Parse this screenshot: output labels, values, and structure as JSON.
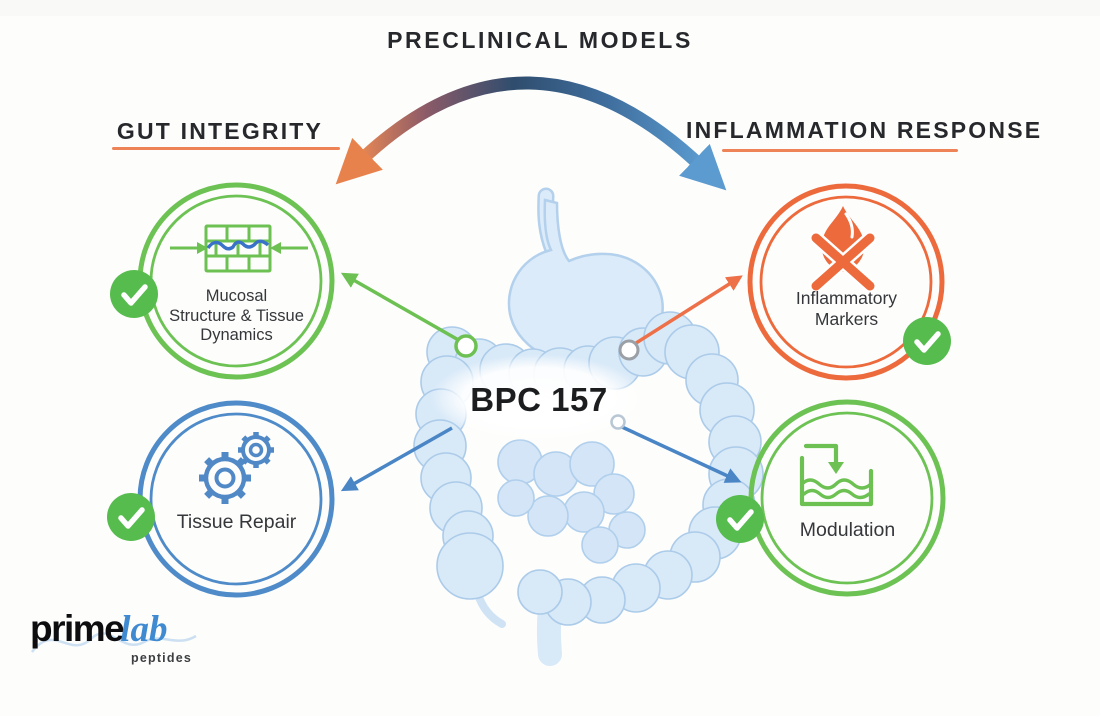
{
  "title": "PRECLINICAL MODELS",
  "headings": {
    "left": "GUT INTEGRITY",
    "right": "INFLAMMATION RESPONSE"
  },
  "center": {
    "label": "BPC 157",
    "illustration": "digestive-tract-illustration"
  },
  "nodes": {
    "mucosal": {
      "lines": [
        "Mucosal",
        "Structure & Tissue",
        "Dynamics"
      ],
      "icon": "brick-wall-barrier-icon",
      "ring_color": "#6dc254",
      "checked": true
    },
    "tissue_repair": {
      "label": "Tissue Repair",
      "icon": "gears-icon",
      "ring_color": "#4e8bc8",
      "checked": true
    },
    "inflammatory": {
      "lines": [
        "Inflammatory",
        "Markers"
      ],
      "icon": "campfire-icon",
      "ring_color": "#ec6a3c",
      "checked": true
    },
    "modulation": {
      "label": "Modulation",
      "icon": "fluid-level-arrow-icon",
      "ring_color": "#6dc254",
      "checked": true
    }
  },
  "logo": {
    "prime": "prime",
    "lab": "lab",
    "sub": "peptides"
  },
  "colors": {
    "accent_underline": "#ed8356",
    "green": "#6dc254",
    "blue": "#4e8bc8",
    "orange": "#ec6a3c",
    "check_badge": "#56bc4e",
    "arc_gradient": [
      "#ea8954",
      "#8a5a68",
      "#2f4d6e",
      "#5b9bd0"
    ],
    "gut_fill": "#d8e9f8",
    "gut_stroke": "#abcbe9",
    "text_dark": "#26282b"
  }
}
